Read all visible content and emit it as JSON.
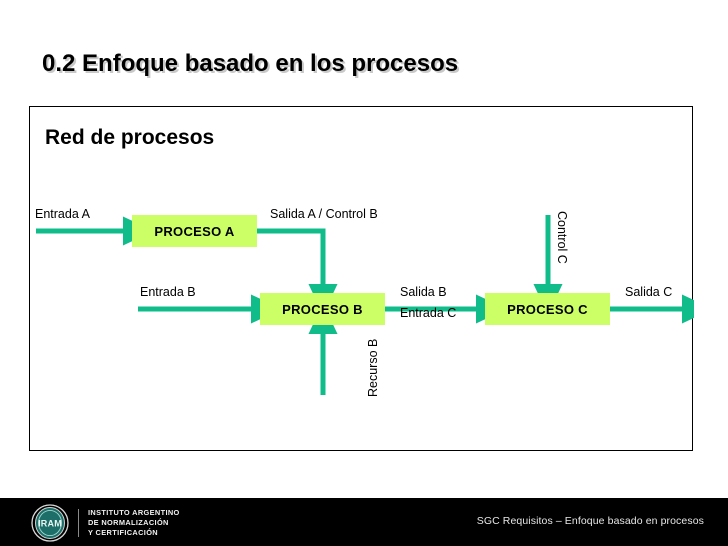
{
  "slide": {
    "title": "0.2 Enfoque basado en los procesos",
    "panel_heading": "Red de procesos"
  },
  "colors": {
    "process_box_fill": "#ccff66",
    "arrow": "#10bd8a",
    "title_text": "#000000",
    "title_shadow": "#c9c9c9",
    "footer_bar": "#000000",
    "footer_text": "#e6e6e6",
    "panel_border": "#000000",
    "slide_background": "#ffffff"
  },
  "diagram": {
    "type": "process-network",
    "boxes": [
      {
        "id": "proceso-a",
        "label": "PROCESO A"
      },
      {
        "id": "proceso-b",
        "label": "PROCESO B"
      },
      {
        "id": "proceso-c",
        "label": "PROCESO C"
      }
    ],
    "flows": [
      {
        "id": "entrada-a",
        "label": "Entrada A",
        "orientation": "horizontal",
        "direction": "right",
        "target": "proceso-a"
      },
      {
        "id": "salida-a-control-b",
        "label": "Salida A / Control B",
        "orientation": "elbow",
        "direction": "right-down",
        "source": "proceso-a",
        "target": "proceso-b"
      },
      {
        "id": "entrada-b",
        "label": "Entrada B",
        "orientation": "horizontal",
        "direction": "right",
        "target": "proceso-b"
      },
      {
        "id": "recurso-b",
        "label": "Recurso B",
        "orientation": "vertical",
        "direction": "up",
        "target": "proceso-b"
      },
      {
        "id": "salida-b",
        "label": "Salida B",
        "orientation": "horizontal",
        "direction": "right",
        "source": "proceso-b",
        "target": "proceso-c"
      },
      {
        "id": "entrada-c",
        "label": "Entrada C",
        "orientation": "horizontal",
        "direction": "right",
        "target": "proceso-c"
      },
      {
        "id": "control-c",
        "label": "Control C",
        "orientation": "vertical",
        "direction": "down",
        "target": "proceso-c"
      },
      {
        "id": "salida-c",
        "label": "Salida C",
        "orientation": "horizontal",
        "direction": "right",
        "source": "proceso-c"
      }
    ]
  },
  "footer": {
    "text": "SGC Requisitos – Enfoque basado en procesos",
    "logo": {
      "mark_text": "IRAM",
      "lines": [
        "INSTITUTO ARGENTINO",
        "DE NORMALIZACIÓN",
        "Y CERTIFICACIÓN"
      ]
    }
  }
}
